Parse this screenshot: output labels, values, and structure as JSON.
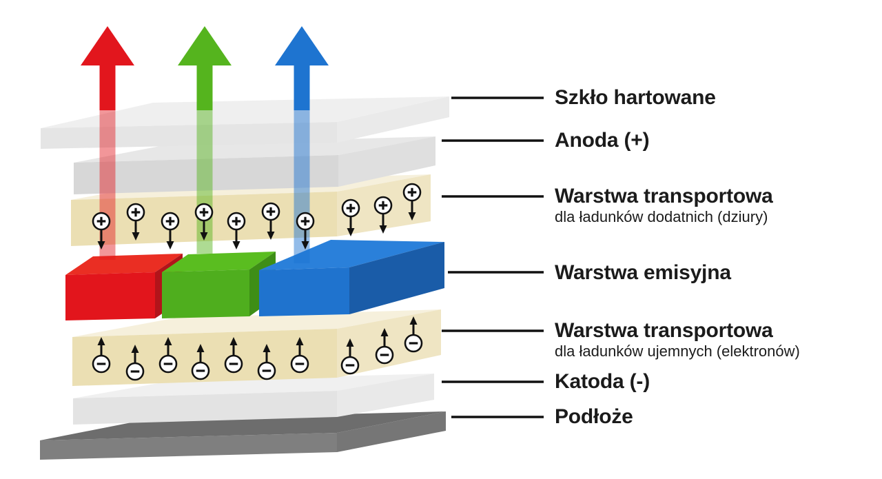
{
  "labels": {
    "glass": {
      "title": "Szkło hartowane"
    },
    "anode": {
      "title": "Anoda (+)"
    },
    "hole_transport": {
      "title": "Warstwa transportowa",
      "subtitle": "dla ładunków dodatnich (dziury)"
    },
    "emissive": {
      "title": "Warstwa emisyjna"
    },
    "electron_transport": {
      "title": "Warstwa transportowa",
      "subtitle": "dla ładunków ujemnych (elektronów)"
    },
    "cathode": {
      "title": "Katoda (-)"
    },
    "substrate": {
      "title": "Podłoże"
    }
  },
  "charges": {
    "positive_symbol": "+",
    "negative_symbol": "−",
    "positive_count": 10,
    "negative_count": 10,
    "positive_direction": "down",
    "negative_direction": "up"
  },
  "light_arrows": [
    {
      "name": "red",
      "color": "#e2161d"
    },
    {
      "name": "green",
      "color": "#55b41e"
    },
    {
      "name": "blue",
      "color": "#1e74d0"
    }
  ],
  "colors": {
    "emissive_red_front": "#e2151c",
    "emissive_green_front": "#4fae1e",
    "emissive_blue_front": "#1f73ce",
    "transport_layer_front": "#ebdfb3",
    "transport_layer_top": "#f6f0dc",
    "electrode_gray_front": "#d9d9d9",
    "glass_front": "#e5e5e5",
    "cathode_front": "#e4e4e4",
    "substrate_top": "#6d6d6d",
    "substrate_front": "#7f7f7f",
    "annotation_line": "#111111",
    "label_text": "#1b1b1b",
    "marker_stroke": "#111111"
  }
}
